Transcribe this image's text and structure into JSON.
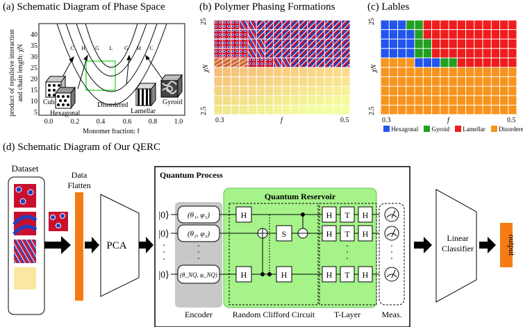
{
  "panel_a": {
    "title": "(a) Schematic Diagram of Phase Space",
    "ylabel_line1": "product of repulsive interaction",
    "ylabel_line2": "and chain length: χN",
    "xlabel": "Monomer fraction: f",
    "yticks": [
      "40",
      "35",
      "30",
      "25",
      "20",
      "15",
      "10",
      "5"
    ],
    "xticks": [
      "0.0",
      "0.2",
      "0.4",
      "0.6",
      "0.8",
      "1.0"
    ],
    "curve_labels": [
      "C",
      "H",
      "G",
      "L",
      "G",
      "H",
      "C"
    ],
    "phase_labels": {
      "cubic": "Cubic",
      "hexagonal": "Hexagonal",
      "disordered": "Disordered",
      "lamellar": "Lamellar",
      "gyroid": "Gyroid"
    }
  },
  "panel_b": {
    "title": "(b) Polymer Phasing Formations",
    "ylabel": "χN",
    "y_top": "25",
    "y_bottom": "2.5",
    "xlabel": "f",
    "x_left": "0.3",
    "x_right": "0.5"
  },
  "panel_c": {
    "title": "(c) Lables",
    "ylabel": "χN",
    "y_top": "25",
    "y_bottom": "2.5",
    "xlabel": "f",
    "x_left": "0.3",
    "x_right": "0.5",
    "legend": [
      "Hexagonal",
      "Gyroid",
      "Lamellar",
      "Disordered"
    ],
    "colors": {
      "Hexagonal": "#2255ee",
      "Gyroid": "#22a022",
      "Lamellar": "#ee1c1c",
      "Disordered": "#f7941d"
    },
    "grid_rows": [
      "HHHGGLLLLLLLLLLL",
      "HHHHGLLLLLLLLLLL",
      "HHHHGGLLLLLLLLLL",
      "HHHHGGLLLLLLLLLL",
      "DDDDHHHGGLLLLLLL",
      "DDDDDDDDDDDDDDDD",
      "DDDDDDDDDDDDDDDD",
      "DDDDDDDDDDDDDDDD",
      "DDDDDDDDDDDDDDDD",
      "DDDDDDDDDDDDDDDD"
    ]
  },
  "panel_d": {
    "title": "(d) Schematic Diagram of Our QERC",
    "dataset_label": "Dataset",
    "flatten_label_1": "Data",
    "flatten_label_2": "Flatten",
    "pca_label": "PCA",
    "quantum_process_label": "Quantum Process",
    "quantum_reservoir_label": "Quantum Reservoir",
    "ket": "|0⟩",
    "encoder_label": "Encoder",
    "rcc_label": "Random Clifford Circuit",
    "tlayer_label": "T-Layer",
    "meas_label": "Meas.",
    "classifier_line1": "Linear",
    "classifier_line2": "Classifier",
    "output_label": "output",
    "gate_H": "H",
    "gate_S": "S",
    "gate_T": "T"
  }
}
